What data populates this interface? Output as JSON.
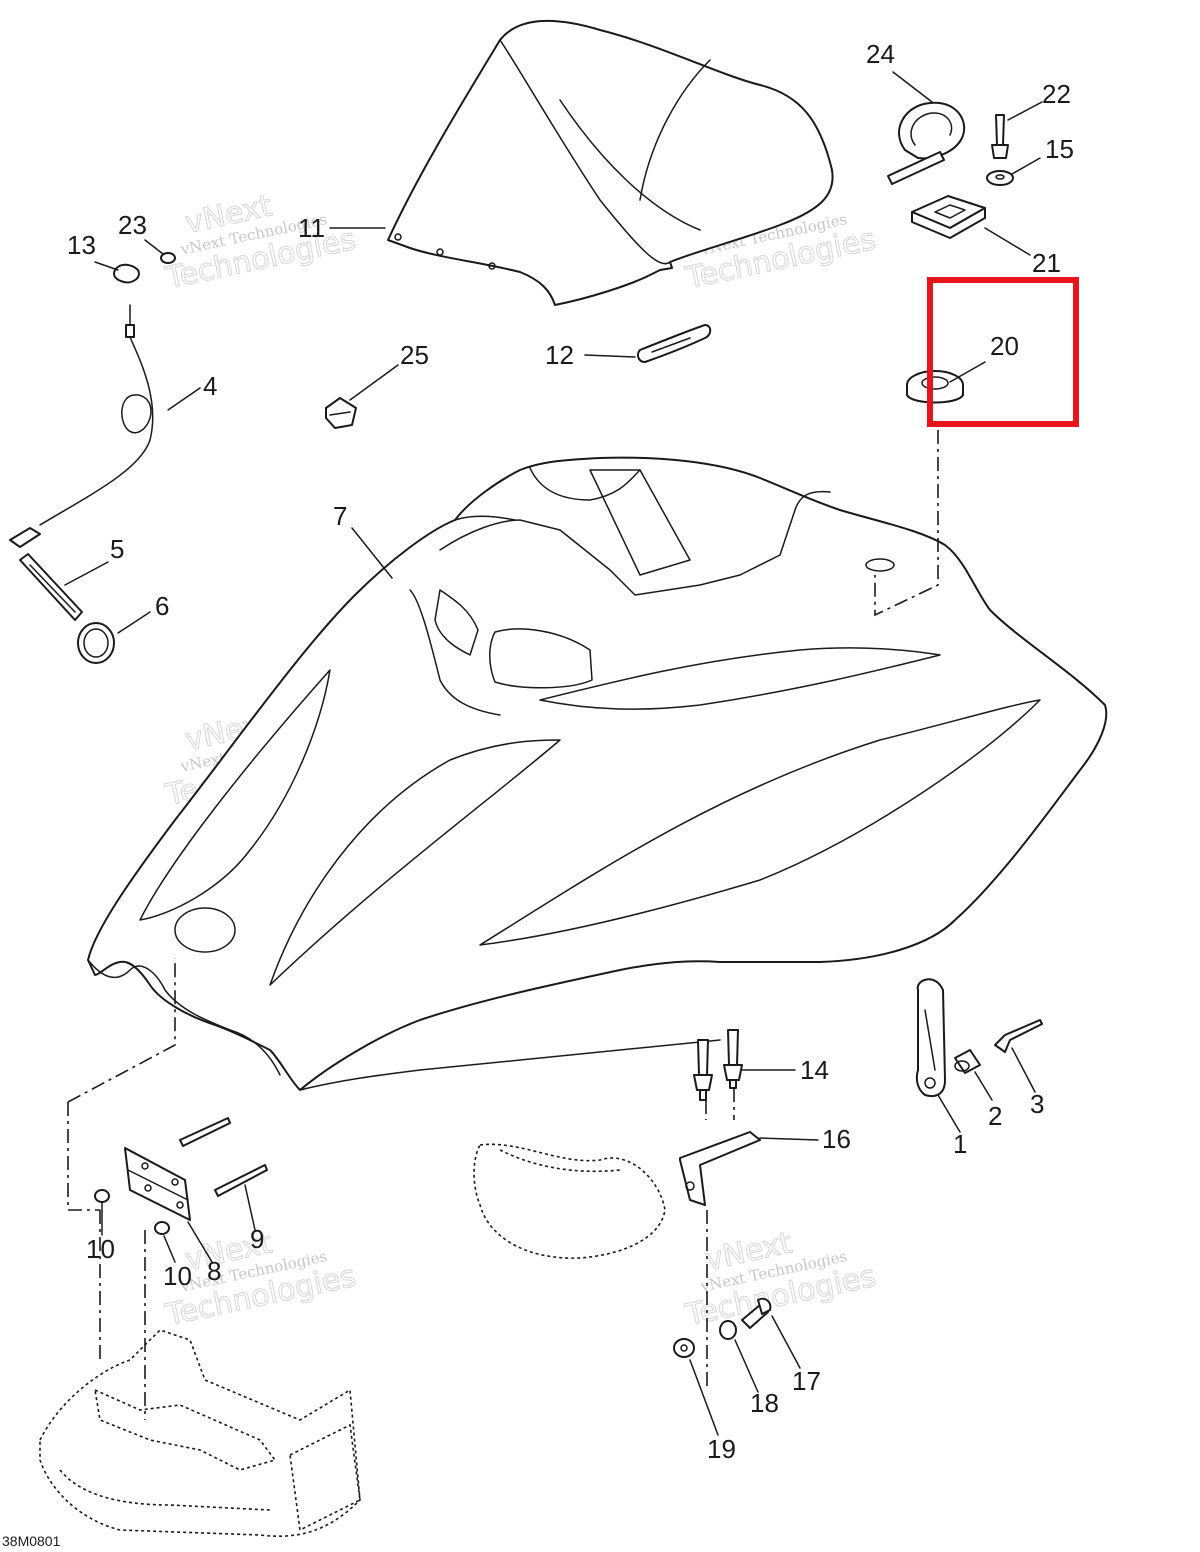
{
  "diagram": {
    "code": "38M0801",
    "highlight_color": "#e8141c",
    "line_color": "#1a1a1a",
    "watermark": {
      "line1": "vNext Technologies",
      "line2": "vNext",
      "line3": "Technologies"
    },
    "callouts": [
      {
        "id": "l1",
        "text": "1"
      },
      {
        "id": "l2",
        "text": "2"
      },
      {
        "id": "l3",
        "text": "3"
      },
      {
        "id": "l4",
        "text": "4"
      },
      {
        "id": "l5",
        "text": "5"
      },
      {
        "id": "l6",
        "text": "6"
      },
      {
        "id": "l7",
        "text": "7"
      },
      {
        "id": "l8",
        "text": "8"
      },
      {
        "id": "l9",
        "text": "9"
      },
      {
        "id": "l10a",
        "text": "10"
      },
      {
        "id": "l10b",
        "text": "10"
      },
      {
        "id": "l11",
        "text": "11"
      },
      {
        "id": "l12",
        "text": "12"
      },
      {
        "id": "l13",
        "text": "13"
      },
      {
        "id": "l14",
        "text": "14"
      },
      {
        "id": "l15",
        "text": "15"
      },
      {
        "id": "l16",
        "text": "16"
      },
      {
        "id": "l17",
        "text": "17"
      },
      {
        "id": "l18",
        "text": "18"
      },
      {
        "id": "l19",
        "text": "19"
      },
      {
        "id": "l20",
        "text": "20"
      },
      {
        "id": "l21",
        "text": "21"
      },
      {
        "id": "l22",
        "text": "22"
      },
      {
        "id": "l23",
        "text": "23"
      },
      {
        "id": "l24",
        "text": "24"
      },
      {
        "id": "l25",
        "text": "25"
      }
    ]
  }
}
